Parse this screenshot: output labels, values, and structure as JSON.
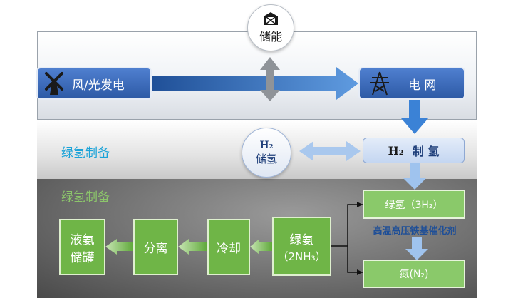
{
  "storage": {
    "label": "储能",
    "icon": "barn-icon"
  },
  "wind_solar": {
    "label": "风/光发电",
    "icon": "windmill-icon"
  },
  "grid": {
    "label": "电 网",
    "icon": "power-tower-icon"
  },
  "section_mid": {
    "title": "绿氢制备"
  },
  "h2_storage": {
    "formula": "H₂",
    "label": "储氢"
  },
  "h2_production": {
    "formula": "H₂",
    "label": "制 氢"
  },
  "section_bottom": {
    "title": "绿氢制备"
  },
  "green_h2": {
    "label": "绿氢（3H₂）"
  },
  "catalyst": {
    "label": "高温高压铁基催化剂"
  },
  "nitrogen": {
    "label": "氮(N₂)"
  },
  "green_ammonia": {
    "line1": "绿氨",
    "line2": "（2NH₃）"
  },
  "cooling": {
    "label": "冷却"
  },
  "separation": {
    "label": "分离"
  },
  "tank": {
    "line1": "液氨",
    "line2": "储罐"
  },
  "colors": {
    "primary_blue": "#2d5aa6",
    "light_blue": "#c4d6f1",
    "green": "#6fb547",
    "title_cyan": "#1ba3d8",
    "title_green": "#8cc56b"
  }
}
